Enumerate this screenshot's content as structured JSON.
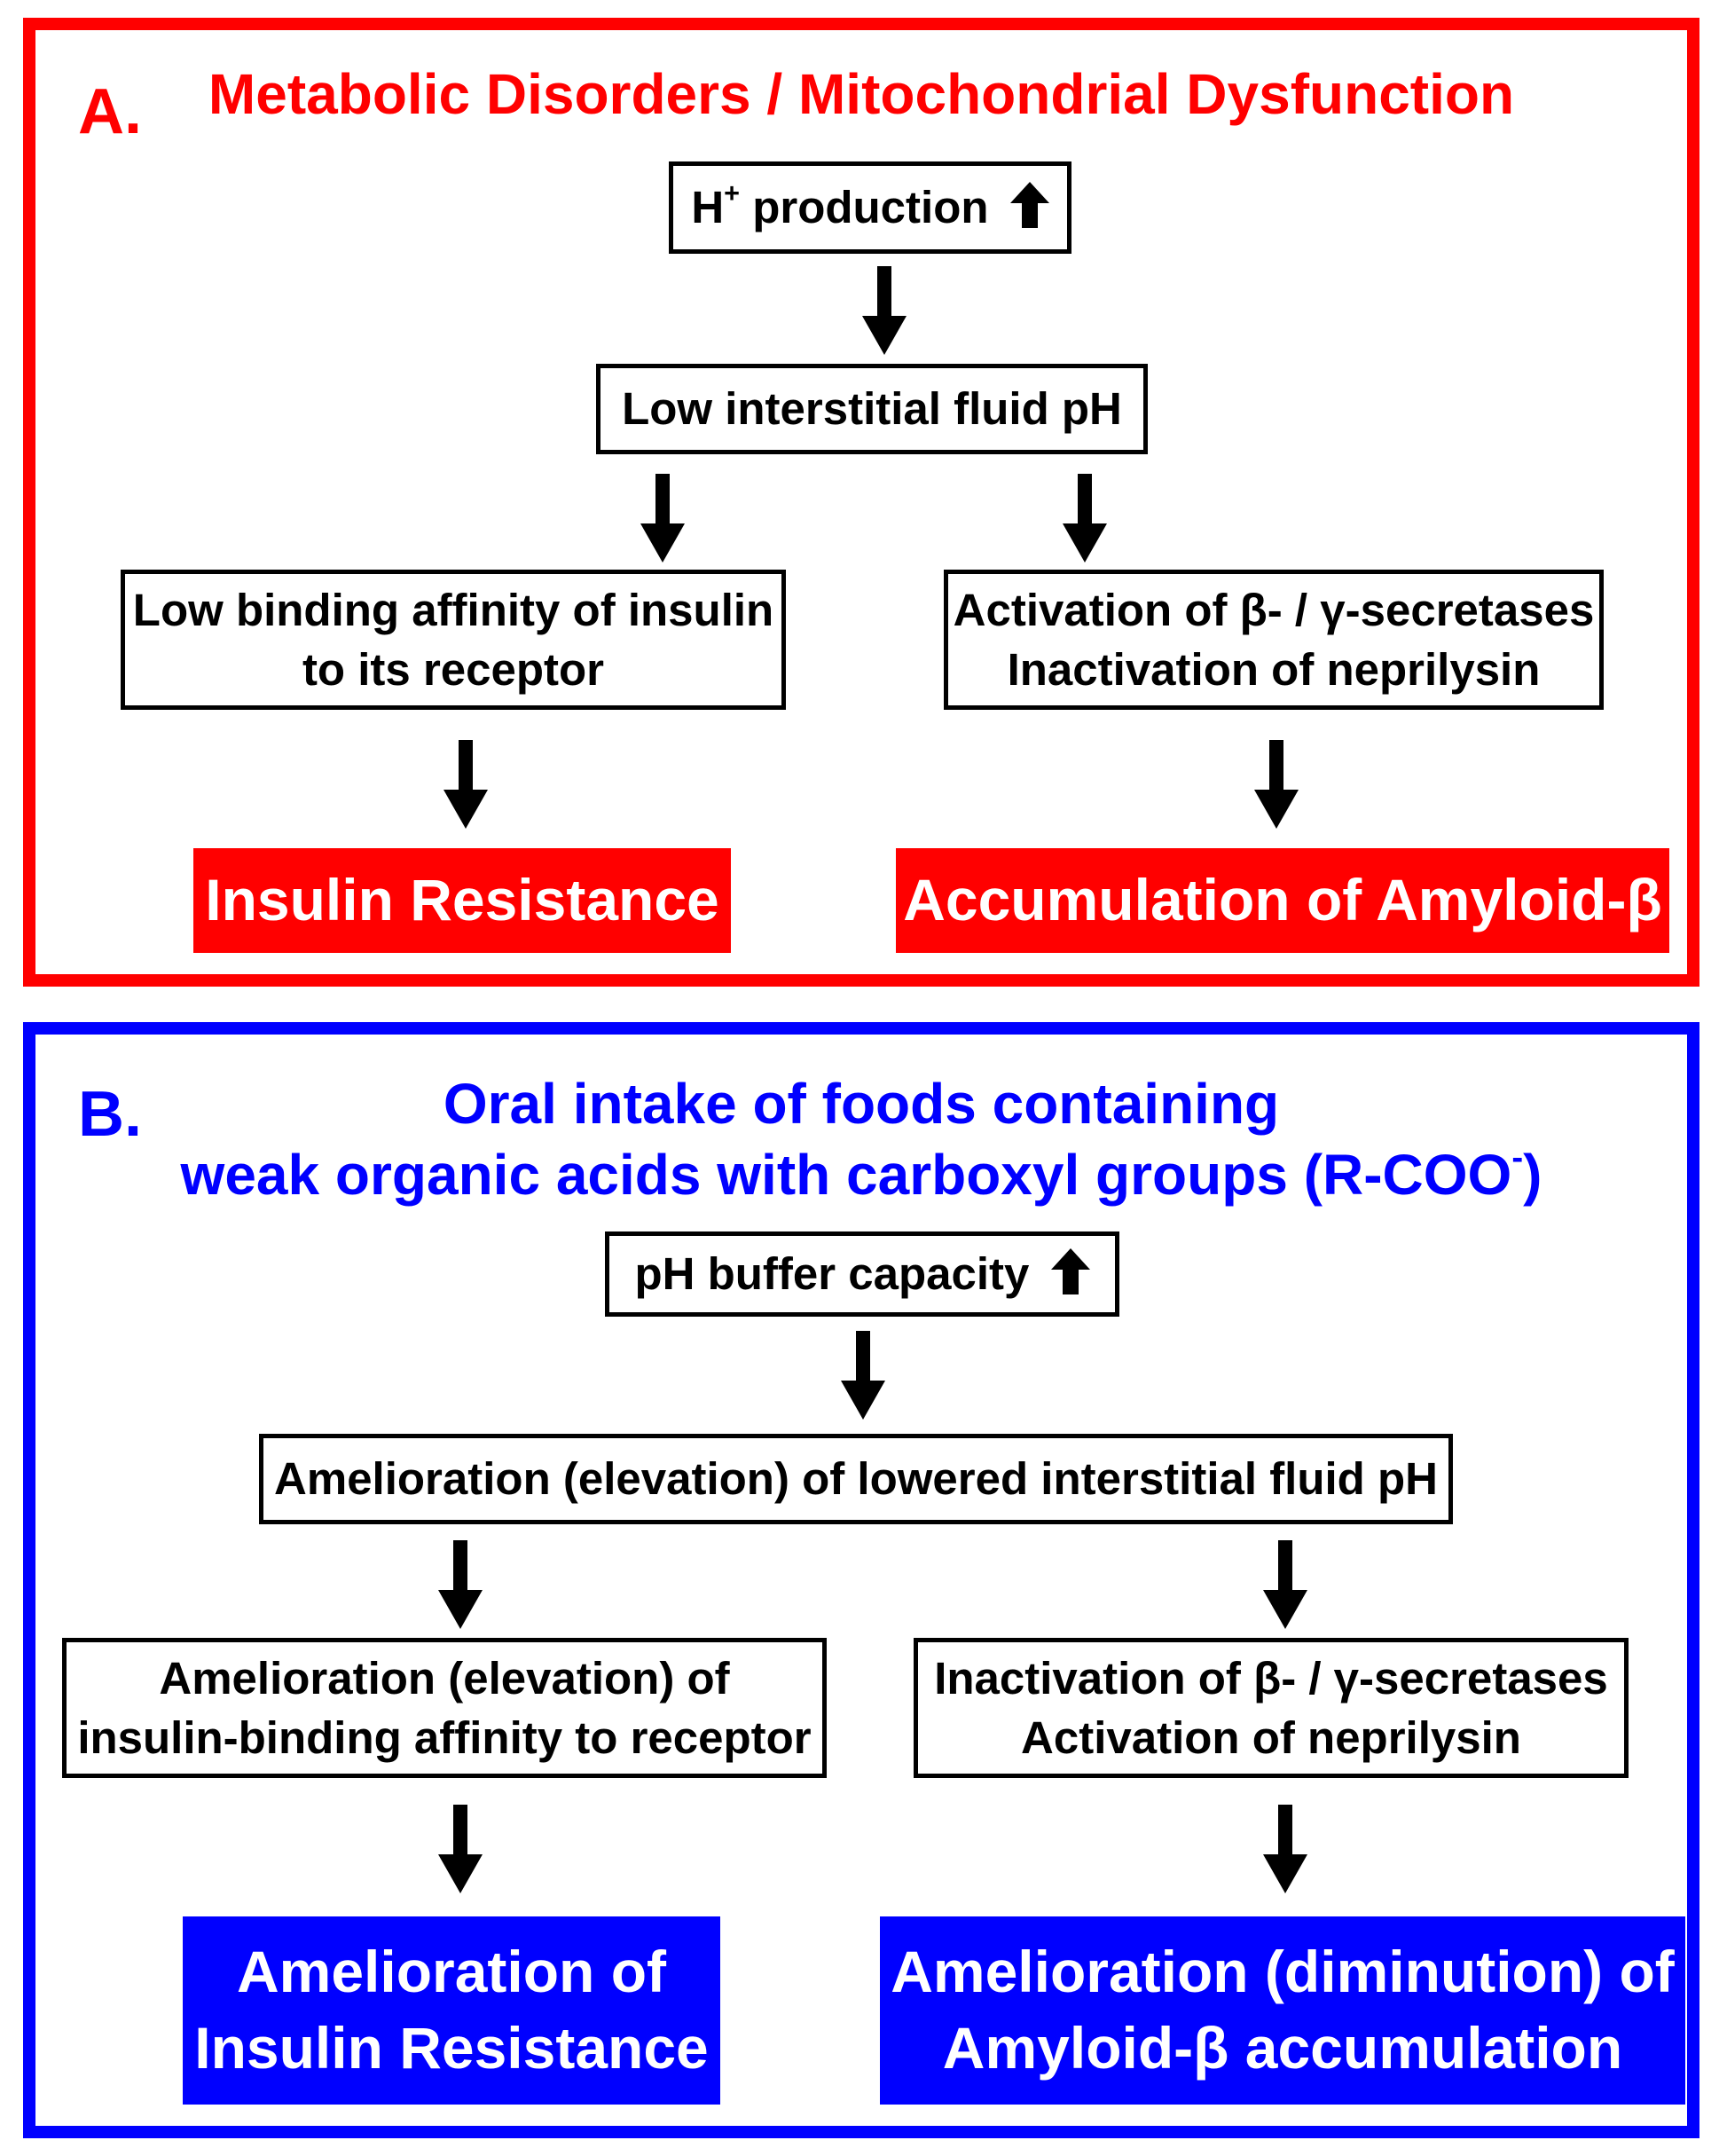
{
  "colors": {
    "panel_a": "#ff0000",
    "panel_b": "#0000ff",
    "box_border": "#000000",
    "outcome_text": "#ffffff"
  },
  "panel_a": {
    "label": "A.",
    "title": "Metabolic Disorders / Mitochondrial Dysfunction",
    "box_h": {
      "base": "H",
      "sup": "+",
      "rest": " production",
      "icon": "arrow-up-icon"
    },
    "box_ph": "Low interstitial fluid pH",
    "box_left": [
      "Low binding affinity of insulin",
      "to its receptor"
    ],
    "box_right": [
      "Activation of β- / γ-secretases",
      "Inactivation of neprilysin"
    ],
    "outcome_left": "Insulin Resistance",
    "outcome_right": "Accumulation of Amyloid-β"
  },
  "panel_b": {
    "label": "B.",
    "title_line1": "Oral intake of foods containing",
    "title_line2": {
      "text": "weak organic acids with carboxyl groups (R-COO",
      "sup": "-",
      "close": ")"
    },
    "box_buffer": {
      "text": "pH buffer capacity",
      "icon": "arrow-up-icon"
    },
    "box_ph": "Amelioration (elevation) of lowered interstitial fluid pH",
    "box_left": [
      "Amelioration (elevation) of",
      "insulin-binding affinity to receptor"
    ],
    "box_right": [
      "Inactivation of β- / γ-secretases",
      "Activation of neprilysin"
    ],
    "outcome_left": [
      "Amelioration of",
      "Insulin Resistance"
    ],
    "outcome_right": [
      "Amelioration (diminution) of",
      "Amyloid-β accumulation"
    ]
  }
}
